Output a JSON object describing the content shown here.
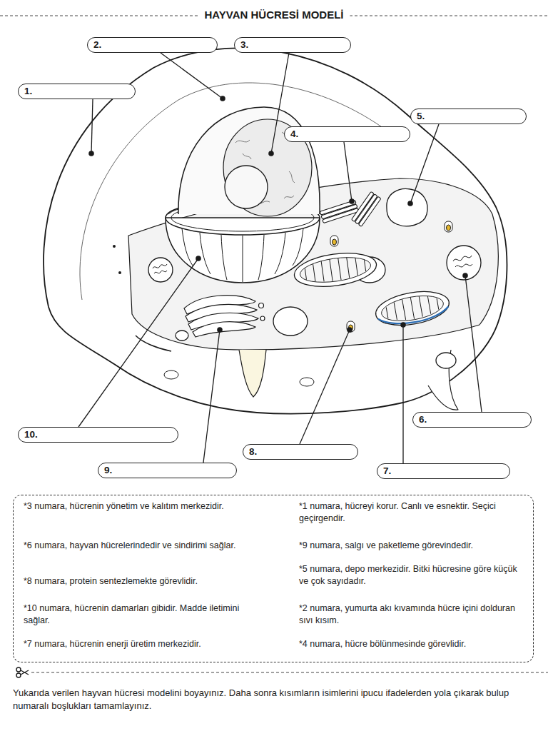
{
  "diagram": {
    "title": "HAYVAN HÜCRESİ MODELİ",
    "caption": "Yukarıda verilen hayvan hücresi modelini boyayınız. Daha sonra kısımların isimlerini ipucu ifadelerden yola çıkarak bulup numaralı boşlukları tamamlayınız.",
    "nodes": [
      {
        "text": [
          "2."
        ]
      },
      {
        "text": [
          "3."
        ]
      },
      {
        "text": [
          "1."
        ]
      },
      {
        "text": [
          "5."
        ]
      },
      {
        "text": [
          "4."
        ]
      },
      {
        "text": [
          "6."
        ]
      },
      {
        "text": [
          "10."
        ]
      },
      {
        "text": [
          "8."
        ]
      },
      {
        "text": [
          "9."
        ]
      },
      {
        "text": [
          "7."
        ]
      },
      {
        "text": [
          "*3 numara, hücrenin yönetim ve kalıtım merkezidir.",
          "*6 numara, hayvan hücrelerindedir ve sindirimi sağlar.",
          "*8 numara, protein sentezlemekte görevlidir.",
          "*10 numara, hücrenin damarları gibidir. Madde iletimini sağlar.",
          "*7 numara, hücrenin enerji üretim merkezidir.",
          "*1 numara, hücreyi korur. Canlı ve esnektir. Seçici geçirgendir.",
          "*9 numara, salgı ve paketleme görevindedir.",
          "*5 numara, depo merkezidir. Bitki hücresine göre küçük ve çok sayıdadır.",
          "*2 numara, yumurta akı kıvamında hücre içini dolduran sıvı kısım.",
          "*4 numara, hücre bölünmesinde görevlidir."
        ]
      }
    ]
  }
}
